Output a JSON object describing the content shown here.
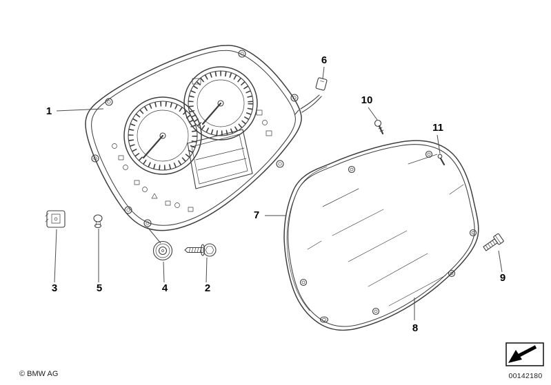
{
  "callouts": [
    "1",
    "2",
    "3",
    "4",
    "5",
    "6",
    "7",
    "8",
    "9",
    "10",
    "11"
  ],
  "footer": {
    "copyright": "© BMW AG",
    "document_number": "00142180"
  },
  "icons": {
    "direction_of_travel": "arrow-down-left"
  },
  "colors": {
    "line": "#3d3d3d",
    "background": "#ffffff",
    "label": "#000000"
  }
}
